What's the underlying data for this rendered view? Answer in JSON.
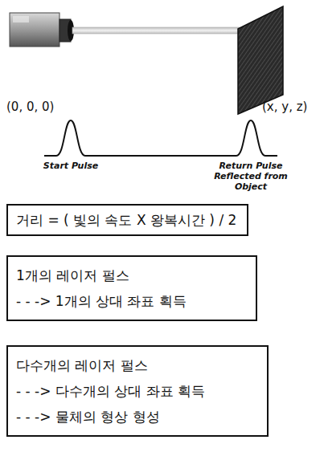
{
  "diagram": {
    "nodes": [
      {
        "text": [
          "거리 = ( 빛의 속도 X 왕복시간 ) / 2"
        ]
      },
      {
        "text": [
          "1개의 레이저 펄스",
          "- - -> 1개의 상대 좌표 획득"
        ]
      },
      {
        "text": [
          "다수개의 레이저 펄스",
          "- - -> 다수개의 상대 좌표 획득",
          "- - -> 물체의 형상 형성"
        ]
      }
    ],
    "labels": [
      "(0, 0, 0)",
      "(x, y, z)",
      "Start Pulse",
      "Return Pulse Reflected from Object"
    ]
  }
}
